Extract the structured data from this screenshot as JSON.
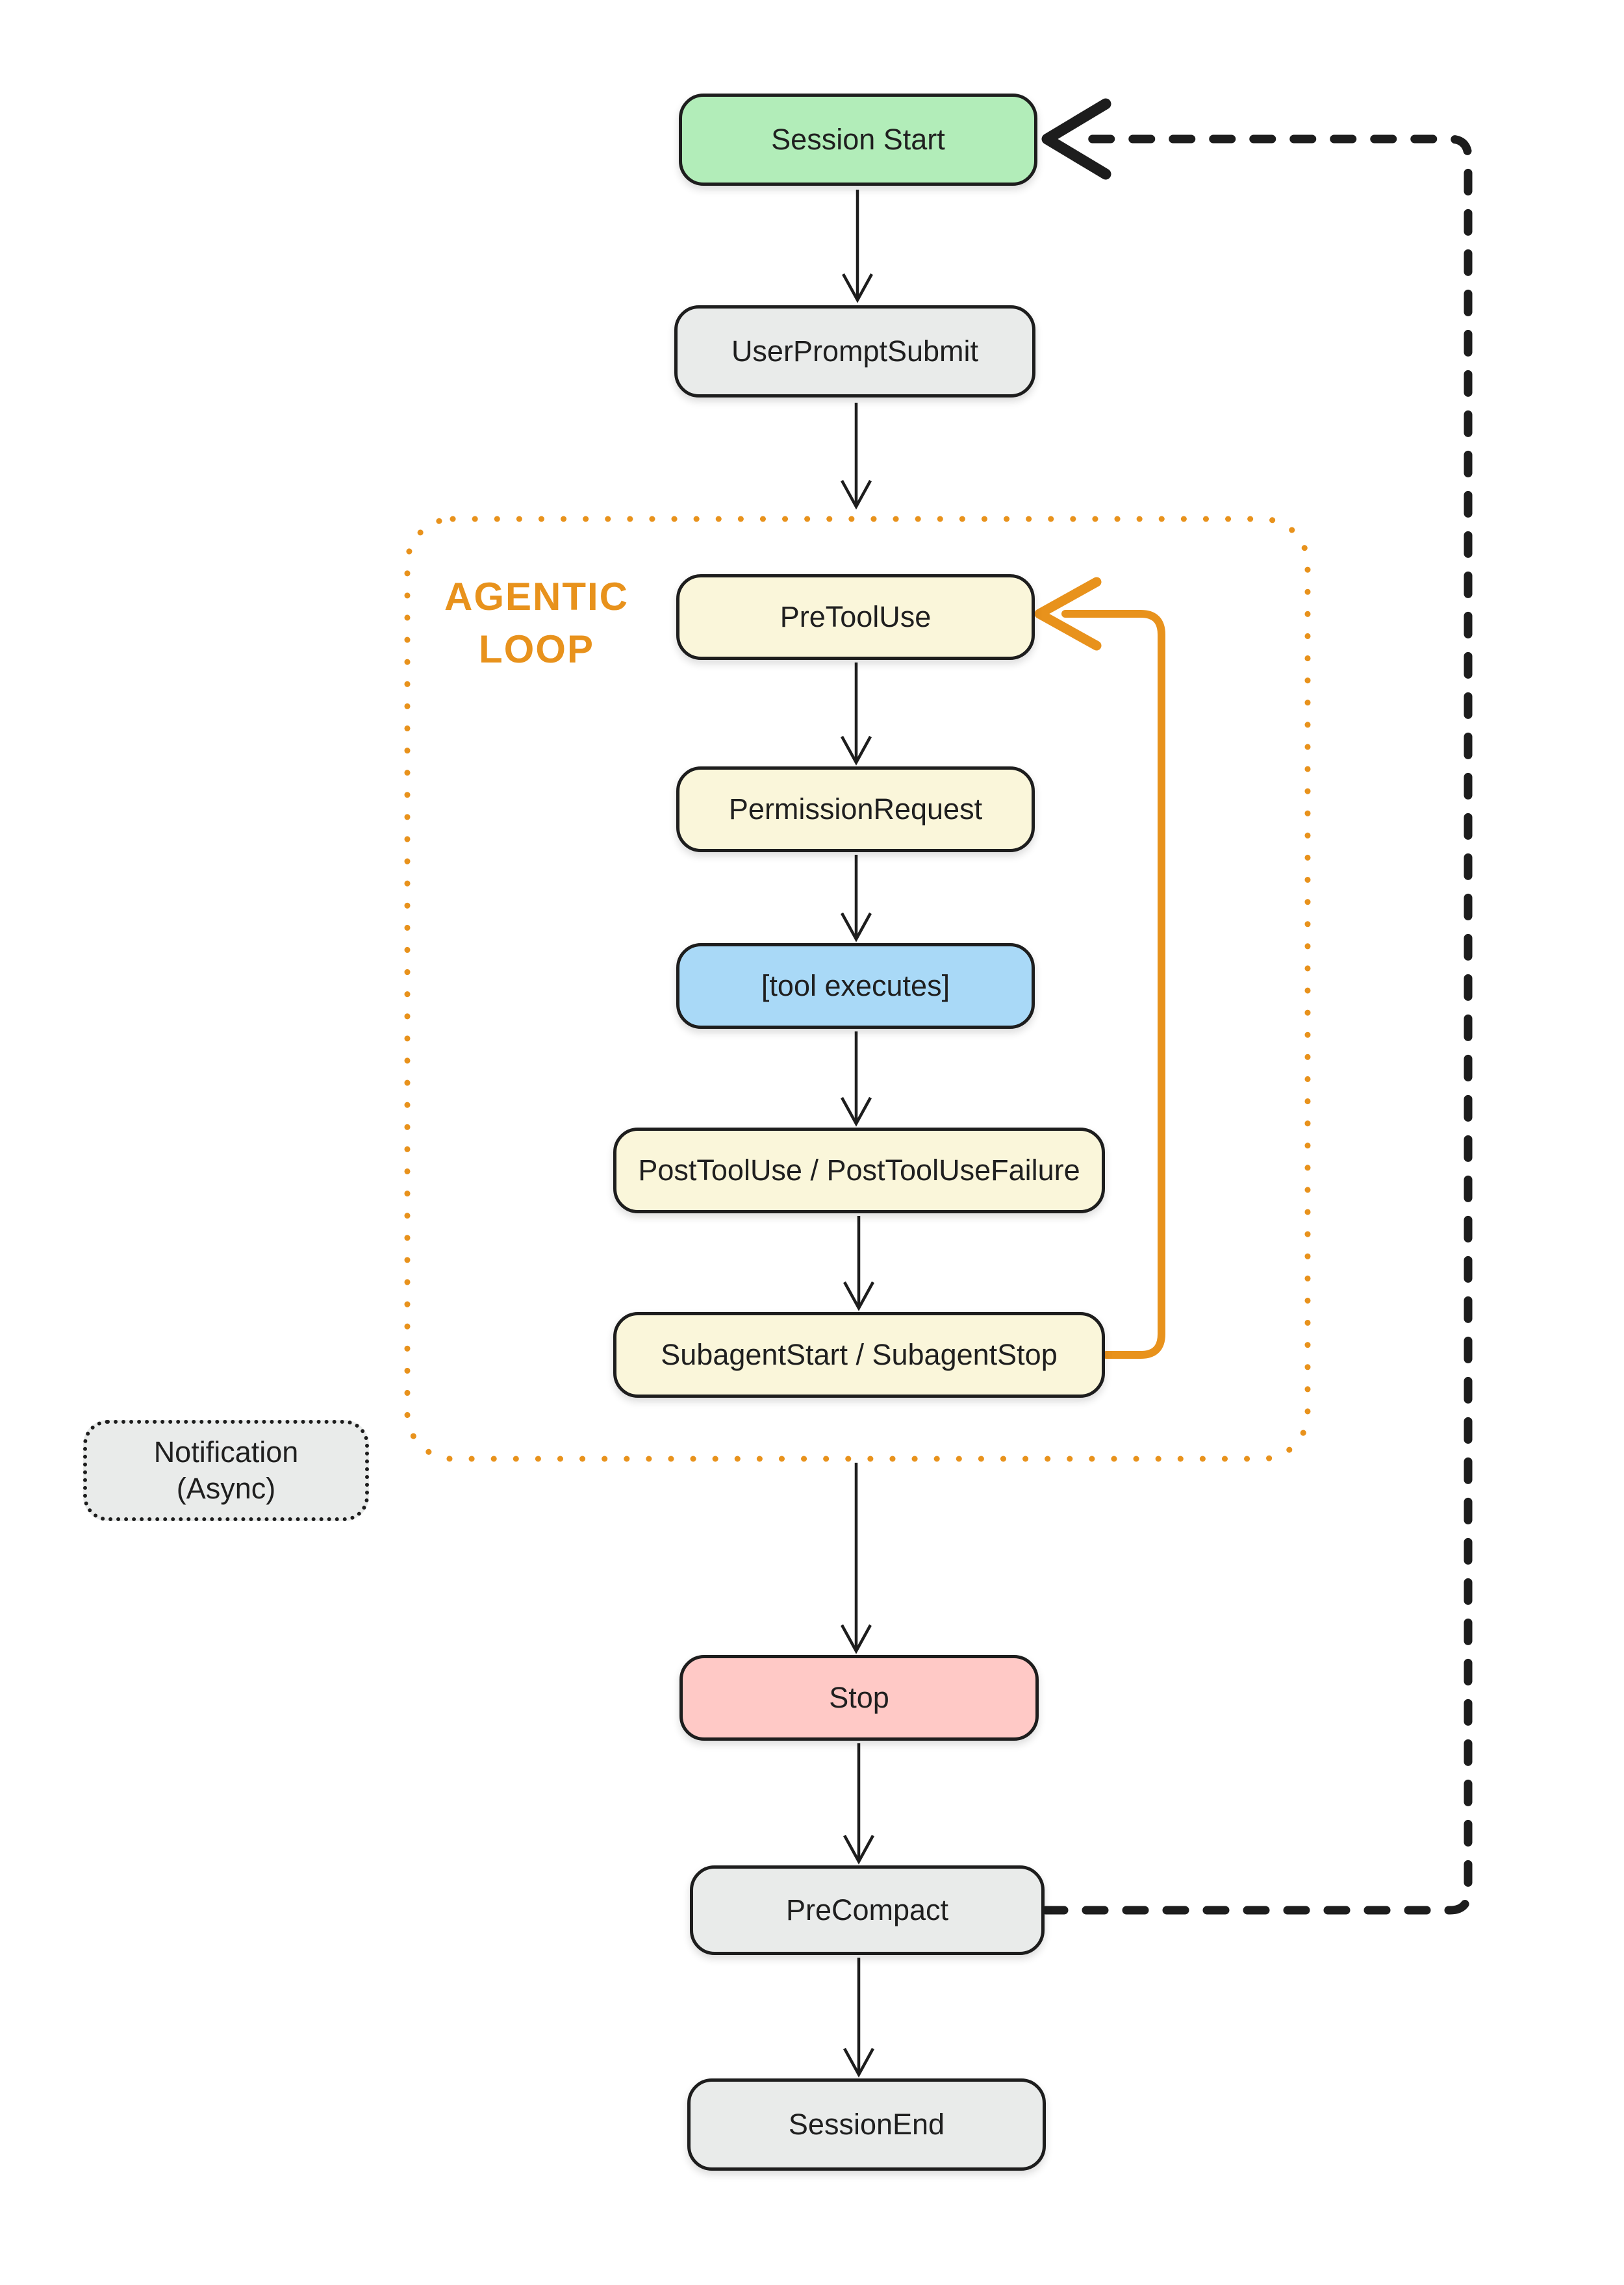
{
  "diagram": {
    "nodes": {
      "session_start": {
        "label": "Session Start",
        "fill": "#B2EDB9"
      },
      "user_prompt_submit": {
        "label": "UserPromptSubmit",
        "fill": "#E9EBEA"
      },
      "pre_tool_use": {
        "label": "PreToolUse",
        "fill": "#FAF6DA"
      },
      "permission_request": {
        "label": "PermissionRequest",
        "fill": "#FAF6DA"
      },
      "tool_executes": {
        "label": "[tool executes]",
        "fill": "#A9D9F7"
      },
      "post_tool_use": {
        "label": "PostToolUse / PostToolUseFailure",
        "fill": "#FAF6DA"
      },
      "subagent": {
        "label": "SubagentStart / SubagentStop",
        "fill": "#FAF6DA"
      },
      "notification": {
        "label_line1": "Notification",
        "label_line2": "(Async)",
        "fill": "#E9EBEA"
      },
      "stop": {
        "label": "Stop",
        "fill": "#FFC9C6"
      },
      "pre_compact": {
        "label": "PreCompact",
        "fill": "#E9EBEA"
      },
      "session_end": {
        "label": "SessionEnd",
        "fill": "#E9EBEA"
      }
    },
    "loop": {
      "label_line1": "AGENTIC",
      "label_line2": "LOOP"
    }
  },
  "theme": {
    "accent_orange": "#E8921C",
    "line_color": "#1D1D1D",
    "node_border": "#1D1D1D",
    "background": "#FFFFFF"
  }
}
